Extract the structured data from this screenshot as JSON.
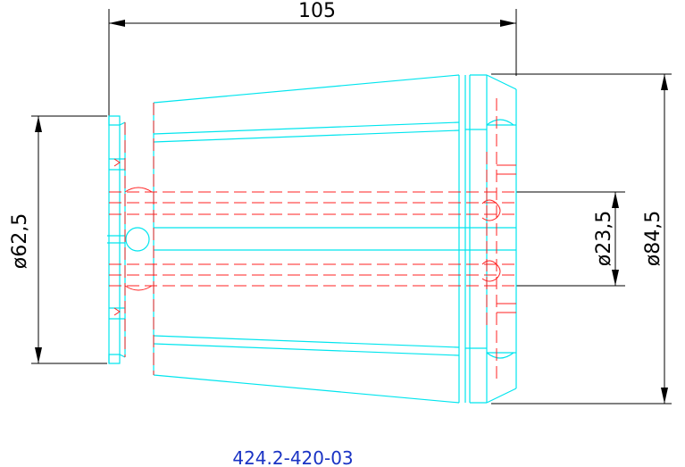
{
  "drawing": {
    "dimensions": {
      "length": "105",
      "inner_diameter": "ø62,5",
      "bore_diameter": "ø23,5",
      "outer_diameter": "ø84,5"
    },
    "part_number": "424.2-420-03",
    "colors": {
      "outline": "#00e5ee",
      "hidden": "#ff0000",
      "dimension": "#000000",
      "part_number": "#1a33c4"
    }
  }
}
